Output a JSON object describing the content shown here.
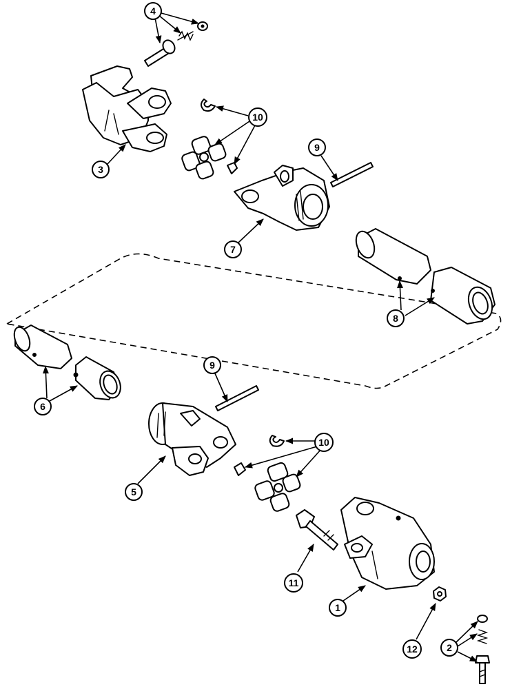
{
  "callouts": {
    "c1": "1",
    "c2": "2",
    "c3": "3",
    "c4": "4",
    "c5": "5",
    "c6": "6",
    "c7": "7",
    "c8": "8",
    "c9a": "9",
    "c9b": "9",
    "c10a": "10",
    "c10b": "10",
    "c11": "11",
    "c12": "12"
  }
}
